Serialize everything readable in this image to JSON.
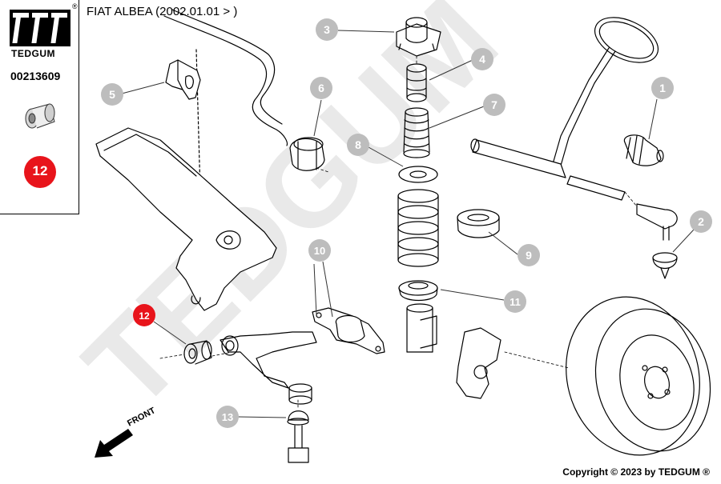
{
  "header": {
    "brand_name": "TEDGUM",
    "registered_mark": "®",
    "part_number": "00213609",
    "highlighted_position": "12",
    "vehicle_title": "FIAT ALBEA (2002.01.01 > )"
  },
  "watermark": "TEDGUM",
  "front_label": "FRONT",
  "copyright": "Copyright © 2023 by TEDGUM ®",
  "callouts": [
    {
      "number": "1",
      "highlight": false
    },
    {
      "number": "2",
      "highlight": false
    },
    {
      "number": "3",
      "highlight": false
    },
    {
      "number": "4",
      "highlight": false
    },
    {
      "number": "5",
      "highlight": false
    },
    {
      "number": "6",
      "highlight": false
    },
    {
      "number": "7",
      "highlight": false
    },
    {
      "number": "8",
      "highlight": false
    },
    {
      "number": "9",
      "highlight": false
    },
    {
      "number": "10",
      "highlight": false
    },
    {
      "number": "11",
      "highlight": false
    },
    {
      "number": "12",
      "highlight": true
    },
    {
      "number": "13",
      "highlight": false
    }
  ],
  "colors": {
    "callout_grey": "#bdbdbd",
    "callout_red": "#e8141b",
    "watermark": "#e6e6e6",
    "line": "#000000"
  }
}
